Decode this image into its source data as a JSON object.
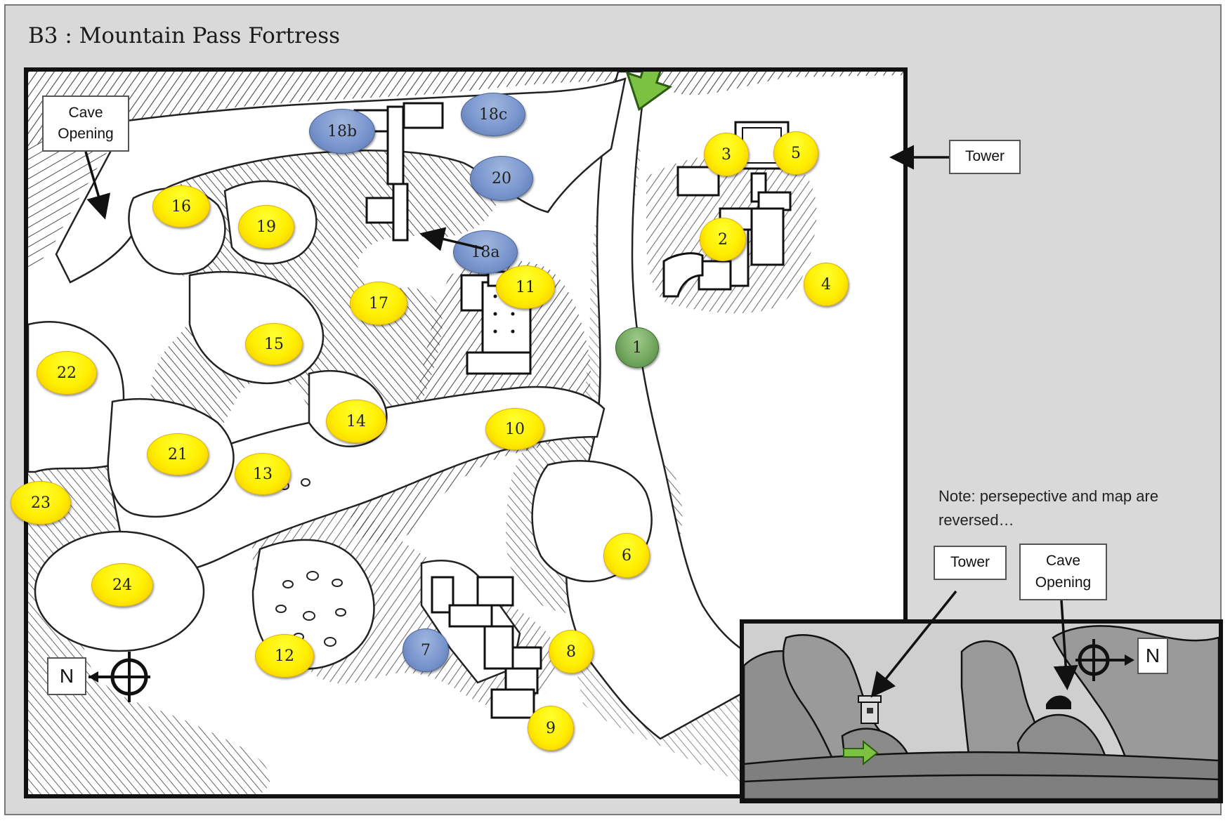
{
  "title": "B3 : Mountain Pass Fortress",
  "labels": {
    "cave_opening": "Cave\nOpening",
    "tower": "Tower",
    "north": "N"
  },
  "note": "Note: persepective and map are reversed…",
  "inset": {
    "tower_label": "Tower",
    "cave_opening_label": "Cave\nOpening",
    "north": "N"
  },
  "markers": [
    {
      "id": "1",
      "type": "start"
    },
    {
      "id": "2",
      "type": "room"
    },
    {
      "id": "3",
      "type": "room"
    },
    {
      "id": "4",
      "type": "room"
    },
    {
      "id": "5",
      "type": "room"
    },
    {
      "id": "6",
      "type": "room"
    },
    {
      "id": "7",
      "type": "special"
    },
    {
      "id": "8",
      "type": "room"
    },
    {
      "id": "9",
      "type": "room"
    },
    {
      "id": "10",
      "type": "room"
    },
    {
      "id": "11",
      "type": "room"
    },
    {
      "id": "12",
      "type": "room"
    },
    {
      "id": "13",
      "type": "room"
    },
    {
      "id": "14",
      "type": "room"
    },
    {
      "id": "15",
      "type": "room"
    },
    {
      "id": "16",
      "type": "room"
    },
    {
      "id": "17",
      "type": "room"
    },
    {
      "id": "18a",
      "type": "special"
    },
    {
      "id": "18b",
      "type": "special"
    },
    {
      "id": "18c",
      "type": "special"
    },
    {
      "id": "19",
      "type": "room"
    },
    {
      "id": "20",
      "type": "special"
    },
    {
      "id": "21",
      "type": "room"
    },
    {
      "id": "22",
      "type": "room"
    },
    {
      "id": "23",
      "type": "room"
    },
    {
      "id": "24",
      "type": "room"
    }
  ],
  "colors": {
    "room_marker": "#ffee00",
    "special_marker": "#7b97cf",
    "start_marker": "#74a960",
    "entrance_arrow": "#7cc242",
    "rock": "#333333",
    "frame_bg": "#d9d9d9"
  },
  "icons": {
    "compass": "crosshair-compass-icon",
    "entrance": "green-arrow-icon"
  }
}
